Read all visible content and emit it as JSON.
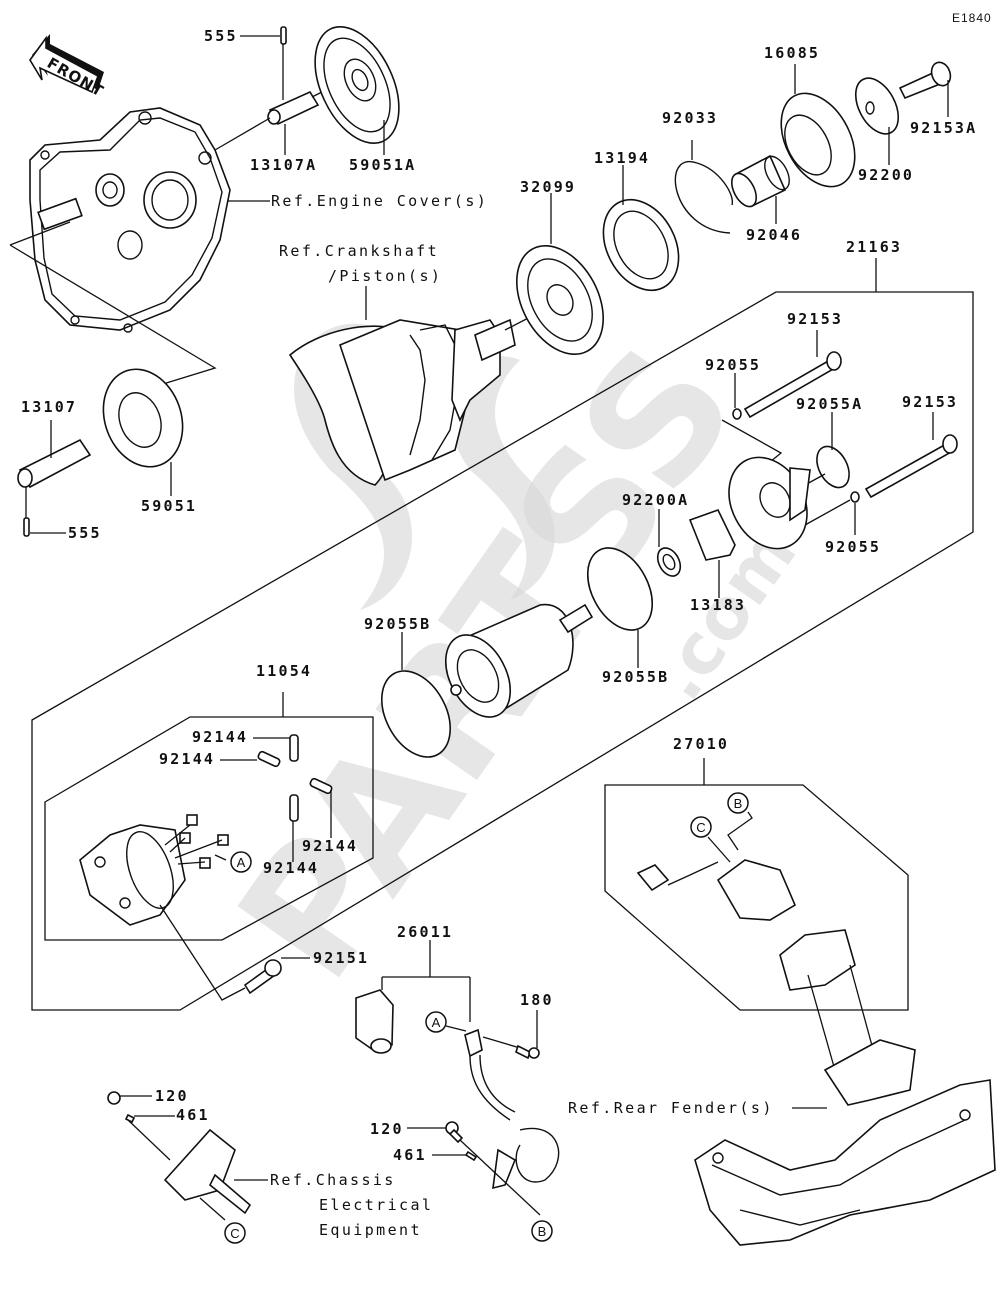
{
  "diagram": {
    "code": "E1840",
    "direction_marker": "FRONT",
    "watermark": {
      "text": "PARTSS",
      "suffix": ".com"
    },
    "part_labels": {
      "p555_top": "555",
      "p13107A": "13107A",
      "p59051A": "59051A",
      "p32099": "32099",
      "p13194": "13194",
      "p92033": "92033",
      "p16085": "16085",
      "p92046": "92046",
      "p92200": "92200",
      "p92153A": "92153A",
      "p21163": "21163",
      "p92153_a": "92153",
      "p92153_b": "92153",
      "p92055_top": "92055",
      "p92055A": "92055A",
      "p92055_bot": "92055",
      "p92200A": "92200A",
      "p13183": "13183",
      "p92055B_left": "92055B",
      "p92055B_right": "92055B",
      "p13107": "13107",
      "p59051": "59051",
      "p555_bot": "555",
      "p11054": "11054",
      "p92144_a": "92144",
      "p92144_b": "92144",
      "p92144_c": "92144",
      "p92144_d": "92144",
      "p92151": "92151",
      "p26011": "26011",
      "p180": "180",
      "p120_left": "120",
      "p461_left": "461",
      "p120_mid": "120",
      "p461_mid": "461",
      "p27010": "27010"
    },
    "references": {
      "engine_cover": "Ref.Engine Cover(s)",
      "crankshaft_l1": "Ref.Crankshaft",
      "crankshaft_l2": "/Piston(s)",
      "rear_fender": "Ref.Rear Fender(s)",
      "chassis_l1": "Ref.Chassis",
      "chassis_l2": "Electrical",
      "chassis_l3": "Equipment"
    },
    "connectors": {
      "A1": "A",
      "A2": "A",
      "B1": "B",
      "B2": "B",
      "C1": "C",
      "C2": "C"
    }
  }
}
